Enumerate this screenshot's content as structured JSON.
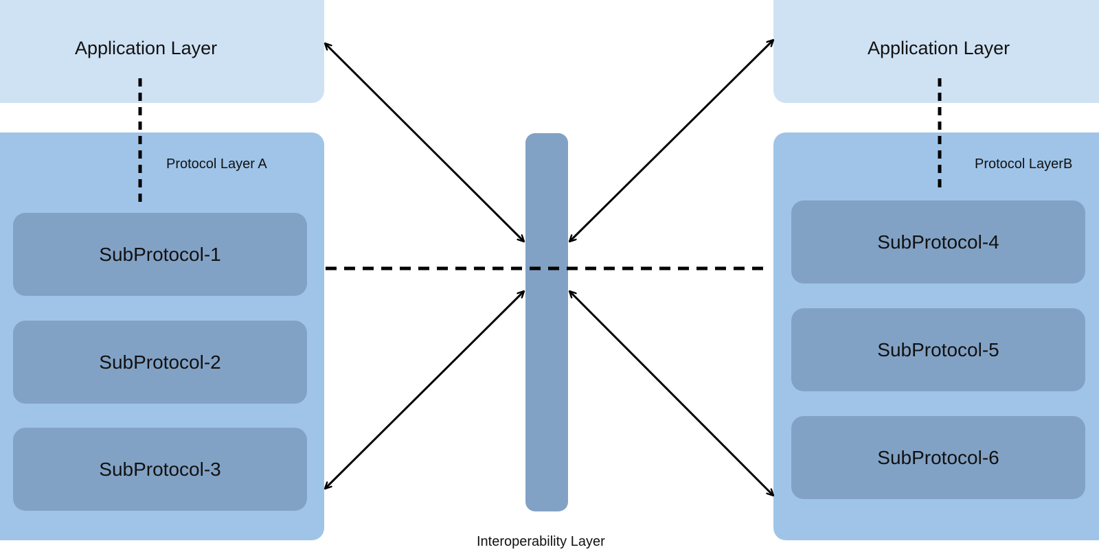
{
  "left": {
    "application_label": "Application Layer",
    "protocol_label": "Protocol Layer A",
    "subprotocols": [
      "SubProtocol-1",
      "SubProtocol-2",
      "SubProtocol-3"
    ]
  },
  "right": {
    "application_label": "Application Layer",
    "protocol_label": "Protocol LayerB",
    "subprotocols": [
      "SubProtocol-4",
      "SubProtocol-5",
      "SubProtocol-6"
    ]
  },
  "interop": {
    "label": "Interoperability Layer"
  },
  "colors": {
    "application_fill": "#cfe2f3",
    "protocol_fill": "#9fc4e8",
    "subprotocol_fill": "#82a2c5",
    "interop_fill": "#82a2c5",
    "line": "#000000"
  }
}
